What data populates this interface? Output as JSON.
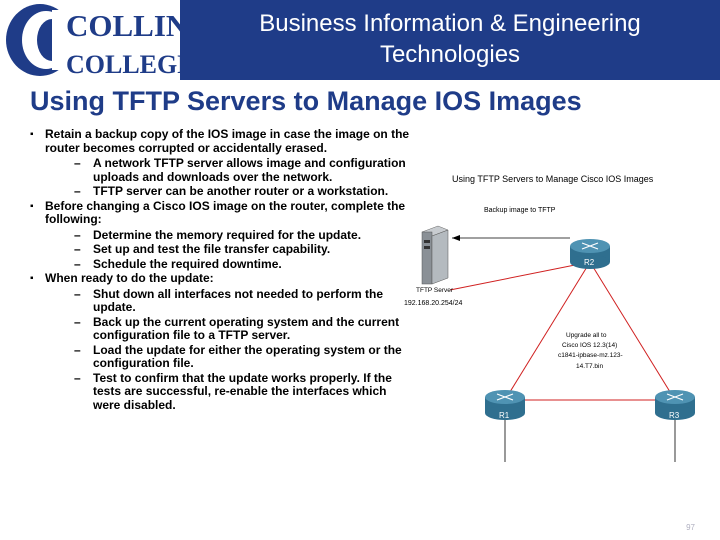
{
  "header": {
    "logo_line1": "COLLIN",
    "logo_line2": "COLLEGE",
    "title_line1": "Business Information & Engineering",
    "title_line2": "Technologies"
  },
  "slide_title": "Using TFTP Servers to Manage IOS Images",
  "bullets": [
    {
      "text": "Retain a backup copy of the IOS image in case the image on the router becomes corrupted or accidentally erased.",
      "subs": [
        "A network TFTP server allows image and configuration uploads and downloads over the network.",
        "TFTP server can be another router or a workstation."
      ]
    },
    {
      "text": "Before changing a Cisco IOS image on the router, complete the following:",
      "subs": [
        "Determine the memory required for the update.",
        "Set up and test the file transfer capability.",
        "Schedule the required downtime."
      ]
    },
    {
      "text": "When ready to do the update:",
      "subs": [
        "Shut down all interfaces not needed to perform the update.",
        "Back up the current operating system and the current configuration file to a TFTP server.",
        "Load the update for either the operating system or the configuration file.",
        "Test to confirm that the update works properly. If the tests are successful, re-enable the interfaces which were disabled."
      ]
    }
  ],
  "diagram": {
    "title": "Using TFTP Servers to Manage Cisco IOS Images",
    "backup_label": "Backup image to TFTP",
    "server_label": "TFTP Server",
    "server_ip": "192.168.20.254/24",
    "upgrade_line1": "Upgrade all to",
    "upgrade_line2": "Cisco IOS 12.3(14)",
    "upgrade_line3": "c1841-ipbase-mz.123-",
    "upgrade_line4": "14.T7.bin",
    "r1": "R1",
    "r2": "R2",
    "r3": "R3"
  },
  "page_number": "97",
  "colors": {
    "brand_blue": "#1f3c88",
    "link_red": "#d02020",
    "router_blue": "#2f6f8f"
  }
}
